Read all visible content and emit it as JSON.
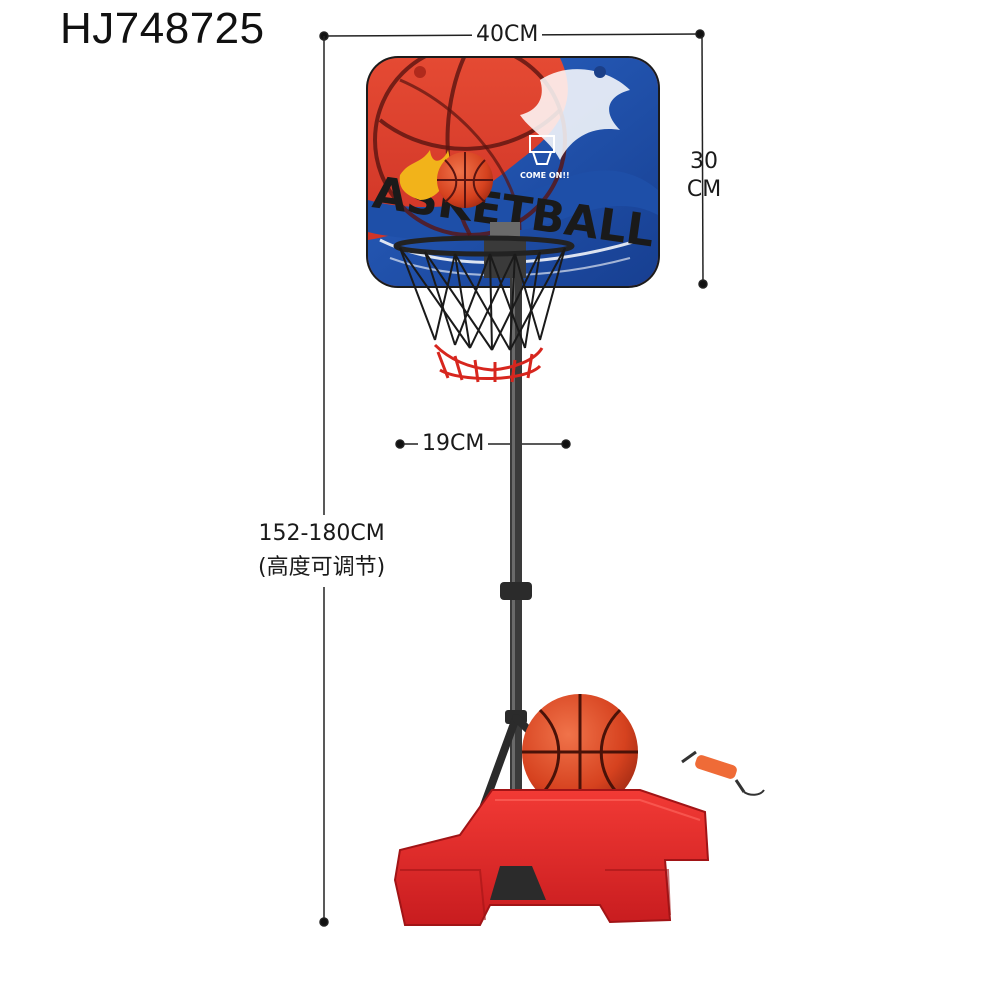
{
  "product": {
    "model_code": "HJ748725"
  },
  "dimensions": {
    "backboard_width": "40CM",
    "backboard_height_line1": "30",
    "backboard_height_line2": "CM",
    "pole_width": "19CM",
    "stand_height": "152-180CM",
    "stand_height_note": "(高度可调节)"
  },
  "backboard": {
    "lettering": "ASKETBALL",
    "badge_text": "COME ON!!"
  },
  "colors": {
    "backboard_red": "#d83a2c",
    "backboard_blue": "#1e4fa8",
    "base_red": "#e8272a",
    "pole": "#3a3a3a",
    "ball": "#d84a2a"
  }
}
